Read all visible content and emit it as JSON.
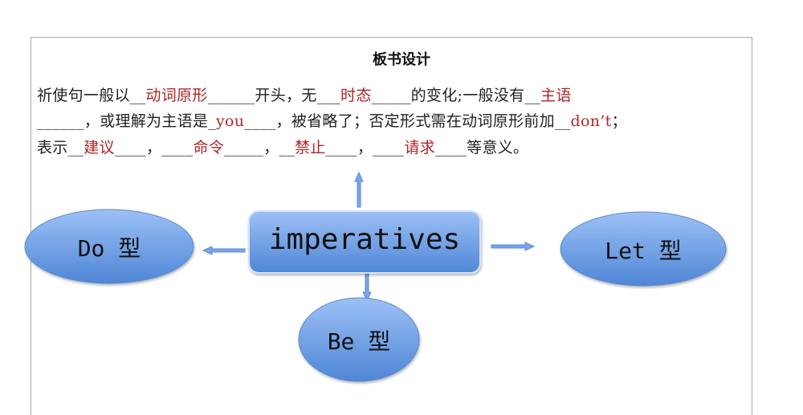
{
  "title": "板书设计",
  "lines": [
    [
      {
        "t": "祈使句一般以__"
      },
      {
        "t": "动词原形",
        "red": true
      },
      {
        "t": "______开头，无___"
      },
      {
        "t": "时态",
        "red": true
      },
      {
        "t": "_____的变化;一般没有__"
      },
      {
        "t": "主语",
        "red": true
      }
    ],
    [
      {
        "t": "______，或理解为主语是_"
      },
      {
        "t": "you",
        "red": true
      },
      {
        "t": "____，被省略了；否定形式需在动词原形前加__"
      },
      {
        "t": "don’t",
        "red": true
      },
      {
        "t": "；"
      }
    ],
    [
      {
        "t": "表示__"
      },
      {
        "t": "建议",
        "red": true
      },
      {
        "t": "____，____"
      },
      {
        "t": "命令",
        "red": true
      },
      {
        "t": "_____，__"
      },
      {
        "t": "禁止",
        "red": true
      },
      {
        "t": "____，____"
      },
      {
        "t": "请求",
        "red": true
      },
      {
        "t": "____等意义。"
      }
    ]
  ],
  "diagram": {
    "center": "imperatives",
    "left": "Do 型",
    "right": "Let 型",
    "bottom": "Be 型"
  },
  "colors": {
    "shape_fill": "#6f9fe6",
    "shape_stroke": "#5b8ad0",
    "answer_red": "#b02525"
  }
}
